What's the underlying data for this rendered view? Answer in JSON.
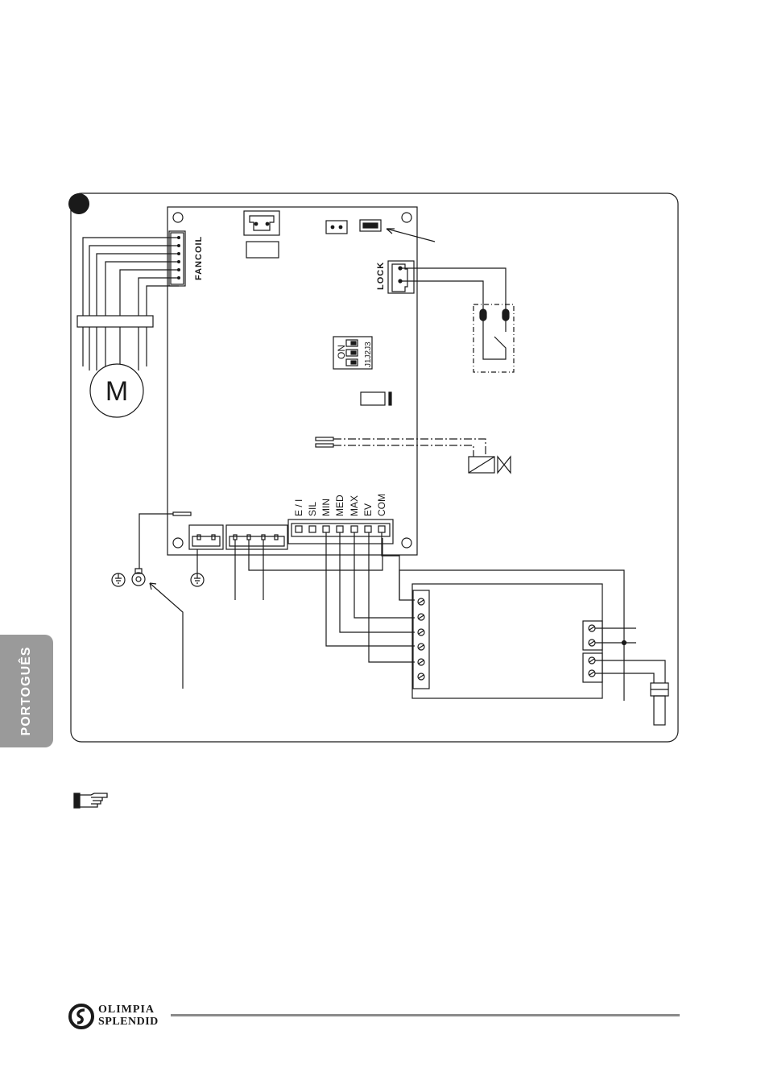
{
  "diagram": {
    "motor_label": "M",
    "connector_fancoil": "FANCOIL",
    "connector_lock": "LOCK",
    "dip_on": "ON",
    "dip_jumpers": "J1J2J3",
    "terminals": [
      "E / I",
      "SIL",
      "MIN",
      "MED",
      "MAX",
      "EV",
      "COM"
    ]
  },
  "side_tab": {
    "label": "PORTOGUÊS"
  },
  "footer": {
    "brand_line1": "OLIMPIA",
    "brand_line2": "SPLENDID"
  },
  "colors": {
    "line": "#1a1a1a",
    "tab": "#9a9a9a",
    "rule": "#8a8a8a"
  },
  "icons": [
    "motor-symbol",
    "ground-icon",
    "ring-terminal-icon",
    "solenoid-valve-icon",
    "note-hand-icon",
    "brand-logo-icon"
  ]
}
